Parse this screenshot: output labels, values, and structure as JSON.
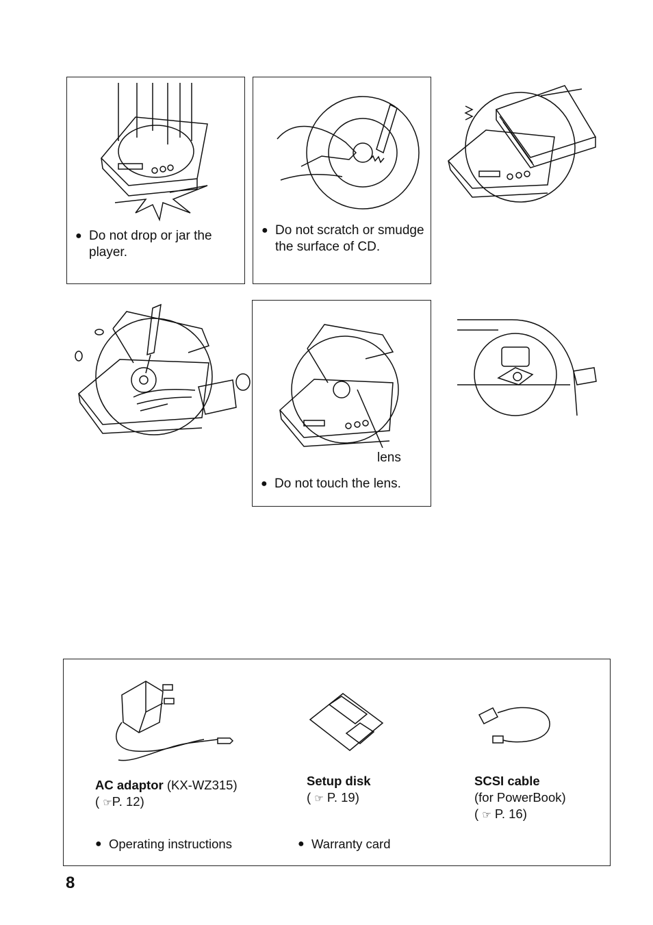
{
  "precautions": {
    "drop": {
      "caption": "Do not drop or jar the player."
    },
    "scratch": {
      "caption": "Do not scratch or smudge the surface of CD."
    },
    "lens": {
      "label": "lens",
      "caption": "Do not touch the lens."
    }
  },
  "accessories": {
    "ac_adaptor": {
      "title": "AC adaptor",
      "model": "(KX-WZ315)",
      "ref": "P. 12"
    },
    "setup_disk": {
      "title": "Setup disk",
      "ref": "P. 19"
    },
    "scsi_cable": {
      "title": "SCSI cable",
      "note": "(for PowerBook)",
      "ref": "P. 16"
    },
    "bullets": [
      "Operating instructions",
      "Warranty card"
    ]
  },
  "page_number": "8",
  "icons": {
    "ref": "pointing-hand-icon",
    "bullet": "bullet-dot-icon"
  }
}
